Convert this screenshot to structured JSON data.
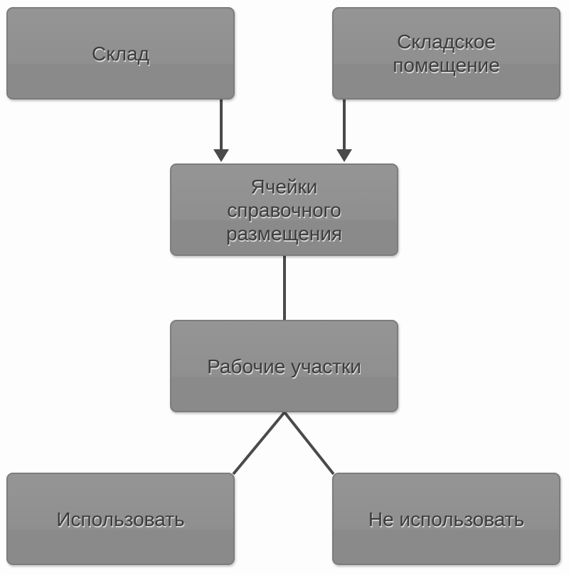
{
  "nodes": {
    "sklad": "Склад",
    "skladskoe": "Складское\nпомещение",
    "yacheiki": "Ячейки\nсправочного\nразмещения",
    "rabochie": "Рабочие участки",
    "ispolzovat": "Использовать",
    "ne_ispolzovat": "Не использовать"
  },
  "colors": {
    "box": "#8f8f8f",
    "border": "#7c7c7c",
    "line": "#4a4a4a",
    "text": "#3d3d3d"
  }
}
